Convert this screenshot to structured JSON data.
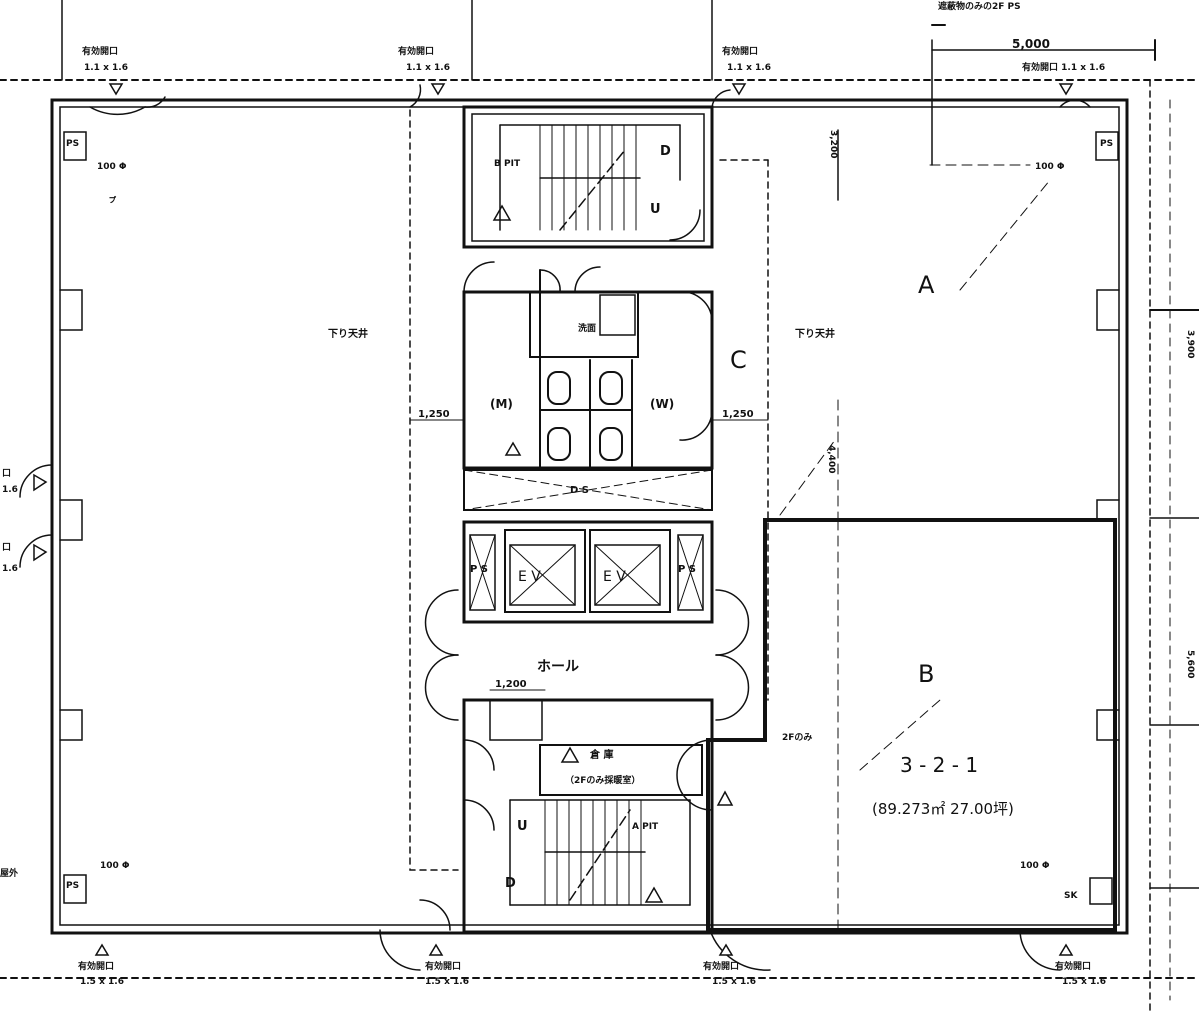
{
  "labels": {
    "notice_top": "遮蔽物のみの2F PS",
    "dim_top": "5,000",
    "window_top_1": "有効開口",
    "window_top_1_size": "1.1 x 1.6",
    "window_top_2": "有効開口",
    "window_top_2_size": "1.1 x 1.6",
    "window_top_3": "有効開口",
    "window_top_3_size": "1.1 x 1.6",
    "window_top_4": "有効開口 1.1 x 1.6",
    "window_bottom_1": "有効開口",
    "window_bottom_1_size": "1.5 x 1.6",
    "window_bottom_2": "有効開口",
    "window_bottom_2_size": "1.5 x 1.6",
    "window_bottom_3": "有効開口",
    "window_bottom_3_size": "1.5 x 1.6",
    "window_bottom_4": "有効開口",
    "window_bottom_4_size": "1.5 x 1.6",
    "left_window_1": "口",
    "left_window_1_size": "1.6",
    "left_window_2": "口",
    "left_window_2_size": "1.6",
    "dim_1250_left": "1,250",
    "dim_1250_right": "1,250",
    "dim_1200": "1,200",
    "ceiling_left": "下り天井",
    "ceiling_right": "下り天井",
    "room_a": "A",
    "room_b": "B",
    "room_c": "C",
    "hall": "ホール",
    "ev1": "E V",
    "ev2": "E V",
    "ps_left": "P S",
    "ps_right": "P S",
    "ps_corner_tl": "PS",
    "ps_corner_tr": "PS",
    "ps_corner_bl": "PS",
    "ps_corner_br": "SK",
    "ds": "D S",
    "toilet_m": "(M)",
    "toilet_w": "(W)",
    "storage": "倉 庫",
    "storage_note": "（2Fのみ採暖室）",
    "bpit": "B PIT",
    "apit": "A PIT",
    "stair_d_top": "D",
    "stair_u_top": "U",
    "stair_u_bottom": "U",
    "stair_d_bottom": "D",
    "unit_id": "3 - 2 - 1",
    "unit_area": "(89.273㎡ 27.00坪)",
    "diameter_tl": "100 Φ",
    "diameter_tr": "100 Φ",
    "diameter_bl": "100 Φ",
    "diameter_br": "100 Φ",
    "fire_tl": "ㇷ゚",
    "dim_right_v1": "3,200",
    "dim_right_v2": "4,400",
    "dim_right_v3": "3,900",
    "dim_right_v4": "5,600",
    "note_2f": "2Fのみ",
    "wash": "洗面",
    "note_label_bl": "屋外",
    "side_label": "1,250"
  }
}
